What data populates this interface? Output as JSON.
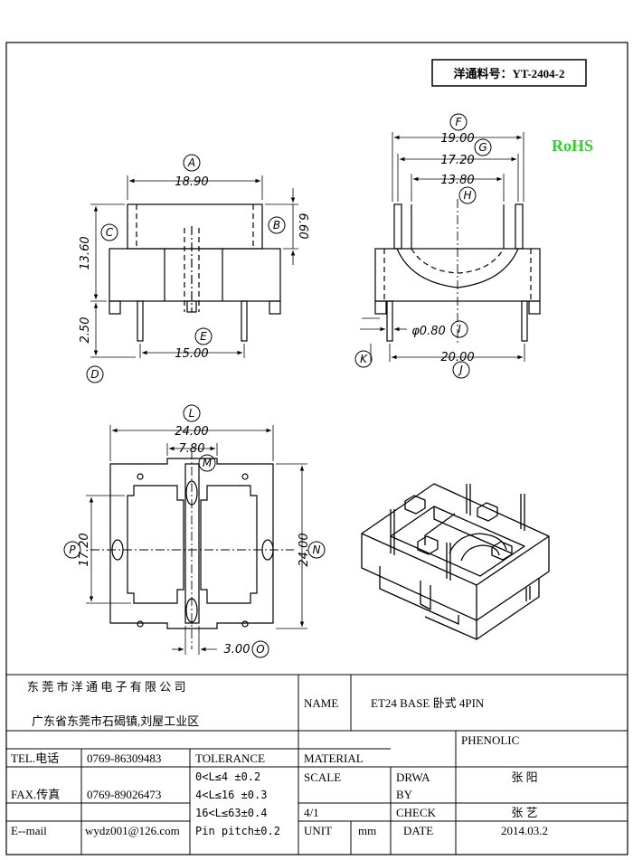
{
  "part_no": "洋通料号：YT-2404-2",
  "rohs": "RoHS",
  "dims": {
    "A": "18.90",
    "B": "6.60",
    "C": "13.60",
    "D": "2.50",
    "E": "15.00",
    "F": "19.00",
    "G": "17.20",
    "H": "13.80",
    "I": "φ0.80",
    "J": "20.00",
    "L": "24.00",
    "M": "7.80",
    "N": "24.00",
    "O": "3.00",
    "P": "17.20"
  },
  "letters": [
    "A",
    "B",
    "C",
    "D",
    "E",
    "F",
    "G",
    "H",
    "I",
    "J",
    "K",
    "L",
    "M",
    "N",
    "O",
    "P"
  ],
  "title_block": {
    "company": "东 莞 市 洋 通 电 子 有 限 公 司",
    "address": "广东省东莞市石碣镇,刘屋工业区",
    "name_label": "NAME",
    "name_value": "ET24 BASE  卧式  4PIN",
    "tel_label": "TEL.电话",
    "tel_value": "0769-86309483",
    "fax_label": "FAX.传真",
    "fax_value": "0769-89026473",
    "email_label": "E--mail",
    "email_value": "wydz001@126.com",
    "tolerance_label": "TOLERANCE",
    "tol_1": "0<L≤4   ±0.2",
    "tol_2": "4<L≤16  ±0.3",
    "tol_3": "16<L≤63±0.4",
    "tol_4": "Pin pitch±0.2",
    "material_label": "MATERIAL",
    "material_value": "PHENOLIC",
    "scale_label": "SCALE",
    "scale_value": "4/1",
    "drawn_label_1": "DRWA",
    "drawn_label_2": "BY",
    "drawn_value": "张 阳",
    "check_label": "CHECK",
    "check_value": "张 艺",
    "unit_label": "UNIT",
    "unit_value": "mm",
    "date_label": "DATE",
    "date_value": "2014.03.2"
  }
}
